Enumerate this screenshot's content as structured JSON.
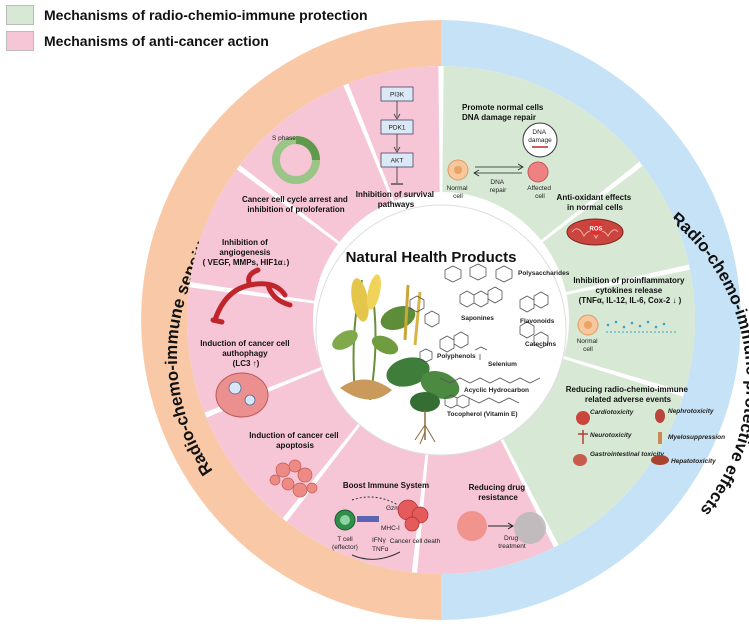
{
  "legend": [
    {
      "label": "Mechanisms of radio-chemio-immune protection",
      "color": "#d7e9d5"
    },
    {
      "label": "Mechanisms of anti-cancer action",
      "color": "#f6c6d6"
    }
  ],
  "colors": {
    "outer_ring_left": "#f9c9a7",
    "outer_ring_right": "#c6e2f6",
    "segment_green": "#d7e9d5",
    "segment_pink": "#f6c6d6"
  },
  "ring_labels": {
    "left": "Radio-chemo-immune sensitizing effects",
    "right": "Radio-chemo-immune protective effects"
  },
  "center": {
    "title": "Natural Health Products",
    "compounds": [
      "Polysaccharides",
      "Flavonoids",
      "Saponines",
      "Catechins",
      "Polyphenols",
      "Selenium",
      "Acyclic Hydrocarbon",
      "Tocopherol (Vitamin E)"
    ]
  },
  "segments": {
    "survival": {
      "title_lines": [
        "Inhibition of survival",
        "pathways"
      ],
      "pathway": [
        "PI3K",
        "PDK1",
        "AKT"
      ]
    },
    "cell_cycle": {
      "title_lines": [
        "Cancer cell cycle arrest and",
        "inhibition of proloferation"
      ],
      "phase_label": "S phase"
    },
    "angiogenesis": {
      "title_lines": [
        "Inhibition of",
        "angiogenesis",
        "( VEGF, MMPs, HIF1α↓)"
      ]
    },
    "autophagy": {
      "title_lines": [
        "Induction of cancer cell",
        "authophagy",
        "(LC3 ↑)"
      ]
    },
    "apoptosis": {
      "title_lines": [
        "Induction of cancer cell",
        "apoptosis"
      ]
    },
    "immune": {
      "title": "Boost Immune System",
      "labels": {
        "gzm": "GzmB",
        "mhc": "MHC-I",
        "ifn": "IFNγ",
        "tnf": "TNFα",
        "tcell": "T cell",
        "tcell_sub": "(effector)",
        "death": "Cancer cell death"
      }
    },
    "resistance": {
      "title_lines": [
        "Reducing drug",
        "resistance"
      ],
      "drug_lines": [
        "Drug",
        "treatment"
      ]
    },
    "adverse": {
      "title_lines": [
        "Reducing radio-chemio-immune",
        "related adverse events"
      ],
      "items": [
        "Cardiotoxicity",
        "Nephrotoxicity",
        "Neurotoxicity",
        "Myelosuppression",
        "Gastrointestinal toxicity",
        "Hepatotoxicity"
      ]
    },
    "inflammation": {
      "title_lines": [
        "Inhibition of proinflammatory",
        "cytokines release",
        "(TNFα, IL-12, IL-6, Cox-2 ↓ )"
      ],
      "cell_lines": [
        "Normal",
        "cell"
      ]
    },
    "antioxidant": {
      "title_lines": [
        "Anti-oxidant effects",
        "in normal cells"
      ],
      "ros": "ROS"
    },
    "dna": {
      "title_lines": [
        "Promote normal cells",
        "DNA damage repair"
      ],
      "damage_lines": [
        "DNA",
        "damage"
      ],
      "repair_lines": [
        "DNA",
        "repair"
      ],
      "normal_lines": [
        "Normal",
        "cell"
      ],
      "affected_lines": [
        "Affected",
        "cell"
      ]
    }
  }
}
